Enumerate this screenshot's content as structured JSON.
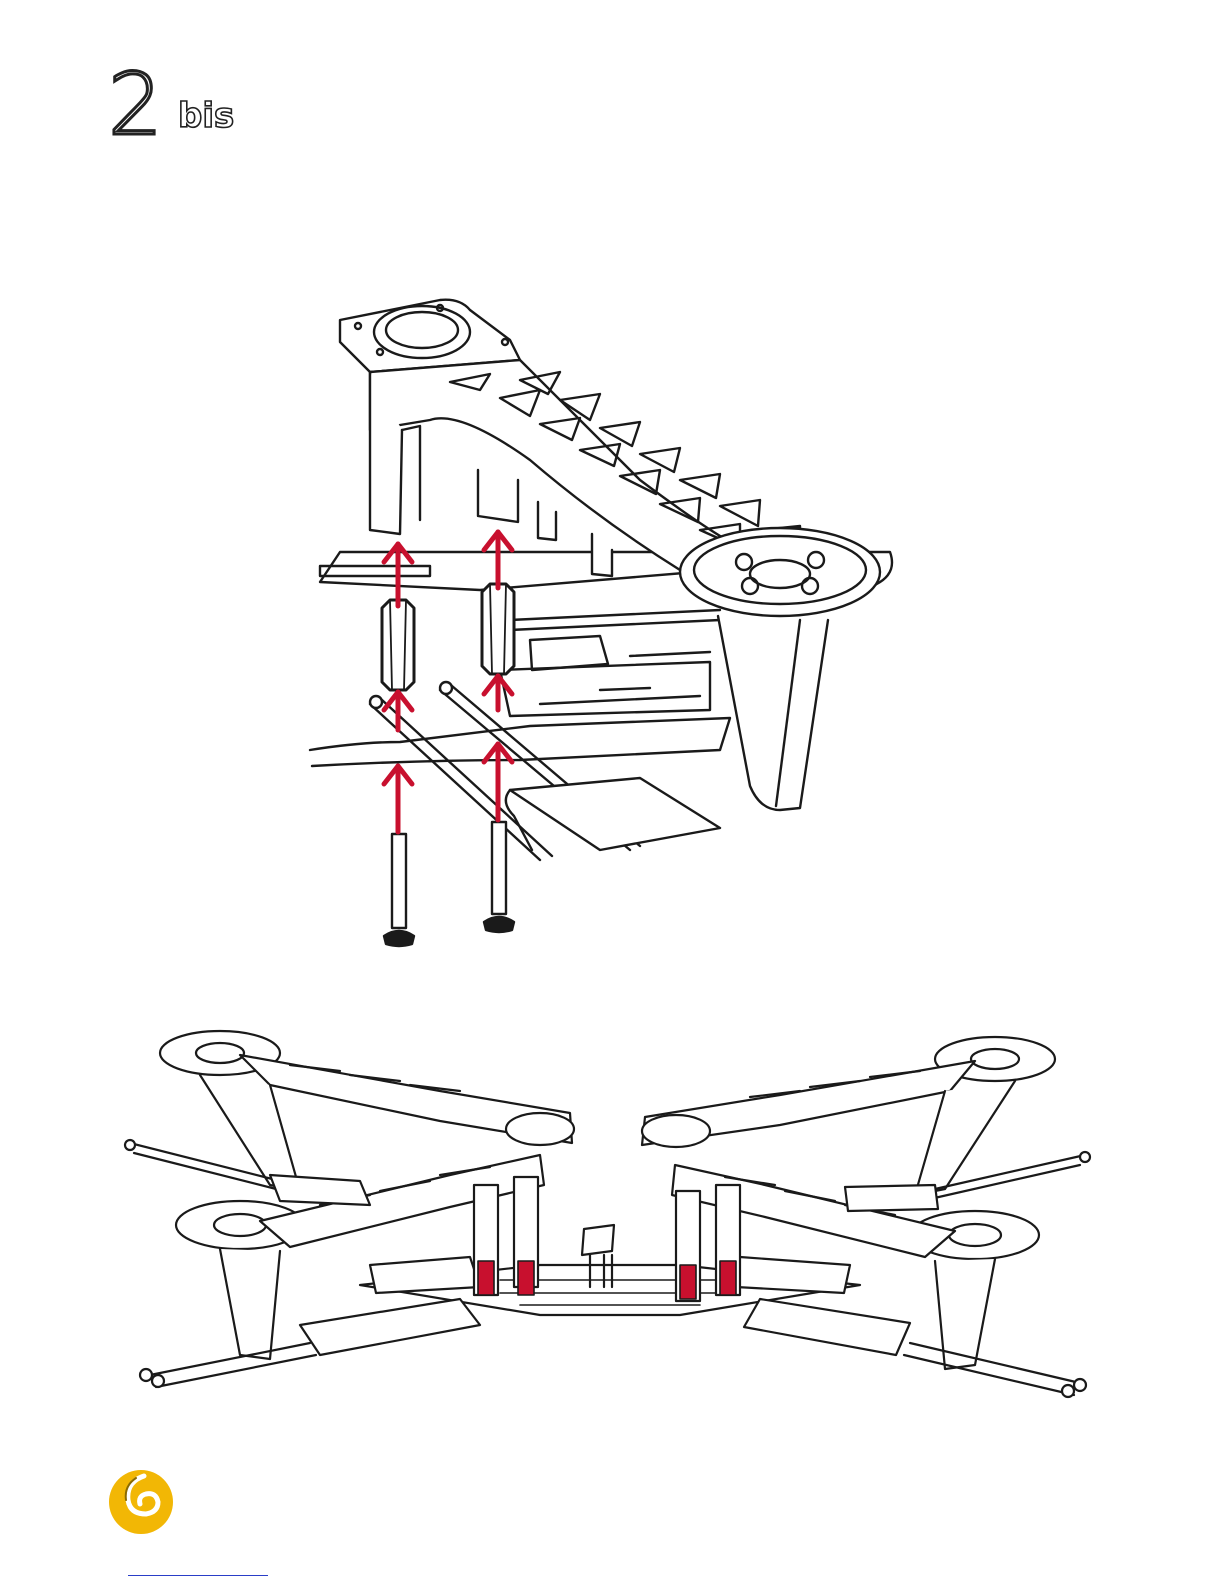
{
  "step": {
    "number": "2",
    "suffix": "bis"
  },
  "colors": {
    "arrow": "#c8102e",
    "line": "#1a1a1a",
    "logo_outer": "#f2b705",
    "logo_inner": "#8a6a00",
    "footer_rule": "#2a3ec8"
  },
  "icons": {
    "logo": "crescent-swirl-logo",
    "arrow": "up-arrow-icon"
  }
}
